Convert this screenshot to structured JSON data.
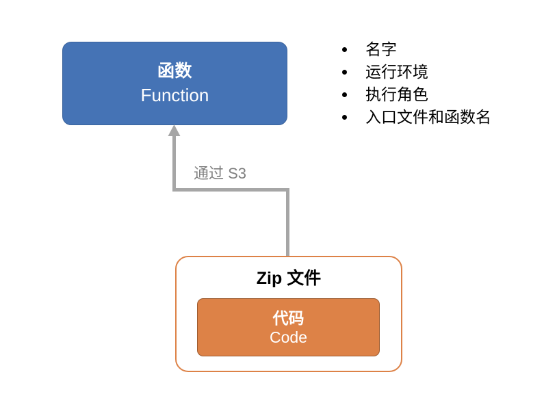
{
  "diagram": {
    "title": "AWS Lambda Function composition diagram",
    "colors": {
      "function_fill": "#4573B5",
      "zip_border": "#DD8247",
      "code_fill": "#DD8247",
      "connector": "#A6A6A6",
      "label_text": "#808080",
      "text_light": "#FFFFFF",
      "text_dark": "#000000",
      "background": "#FFFFFF"
    },
    "function_box": {
      "title_cn": "函数",
      "title_en": "Function"
    },
    "attributes": {
      "items": [
        {
          "label": "名字"
        },
        {
          "label": "运行环境"
        },
        {
          "label": "执行角色"
        },
        {
          "label": "入口文件和函数名"
        }
      ]
    },
    "connector": {
      "label": "通过 S3",
      "direction": "zip-to-function",
      "arrowhead": "up"
    },
    "zip_box": {
      "title": "Zip 文件"
    },
    "code_box": {
      "title_cn": "代码",
      "title_en": "Code"
    }
  }
}
